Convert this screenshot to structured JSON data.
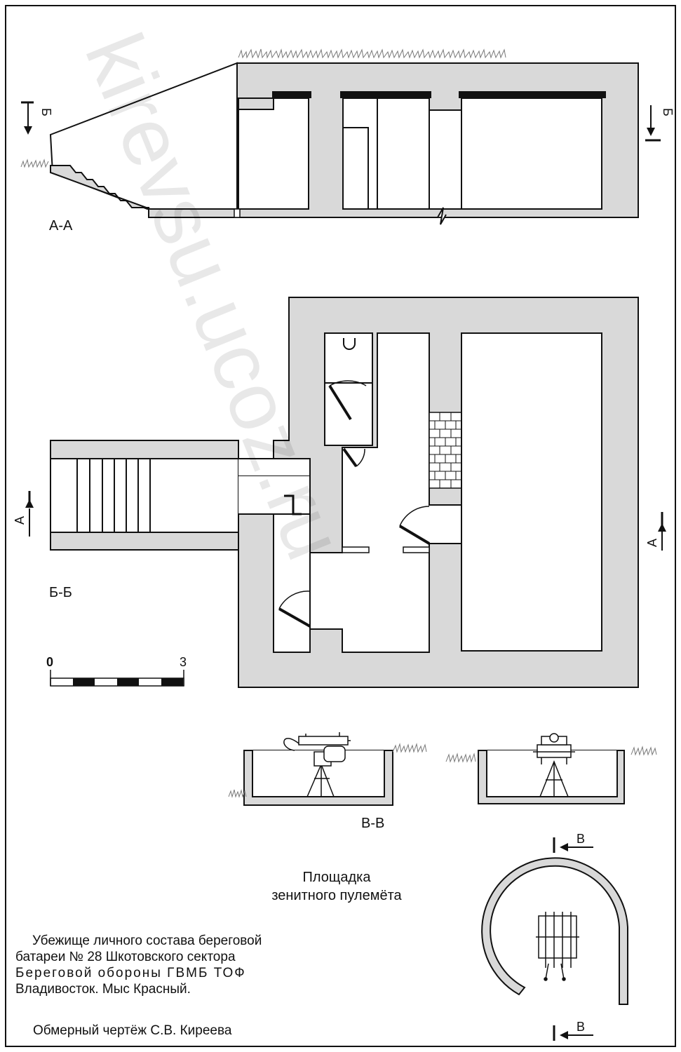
{
  "section_labels": {
    "aa": "A-A",
    "bb": "Б-Б",
    "vv": "В-В"
  },
  "cut_markers": {
    "b_left": "Б",
    "b_right": "Б",
    "a_left": "А",
    "a_right": "А",
    "v_top": "В",
    "v_bottom": "В"
  },
  "scale": {
    "start": "0",
    "end": "3"
  },
  "platform": {
    "title_line1": "Площадка",
    "title_line2": "зенитного пулемёта"
  },
  "caption": {
    "line1": "Убежище личного состава береговой",
    "line2": "батареи № 28 Шкотовского сектора",
    "line3": "Береговой обороны ГВМБ ТОФ",
    "line4": "Владивосток. Мыс Красный.",
    "author": "Обмерный чертёж С.В. Киреева"
  },
  "watermark": "kirevsu.ucoz.ru",
  "colors": {
    "wall": "#d9d9d9",
    "line": "#111111",
    "slab": "#111111"
  }
}
